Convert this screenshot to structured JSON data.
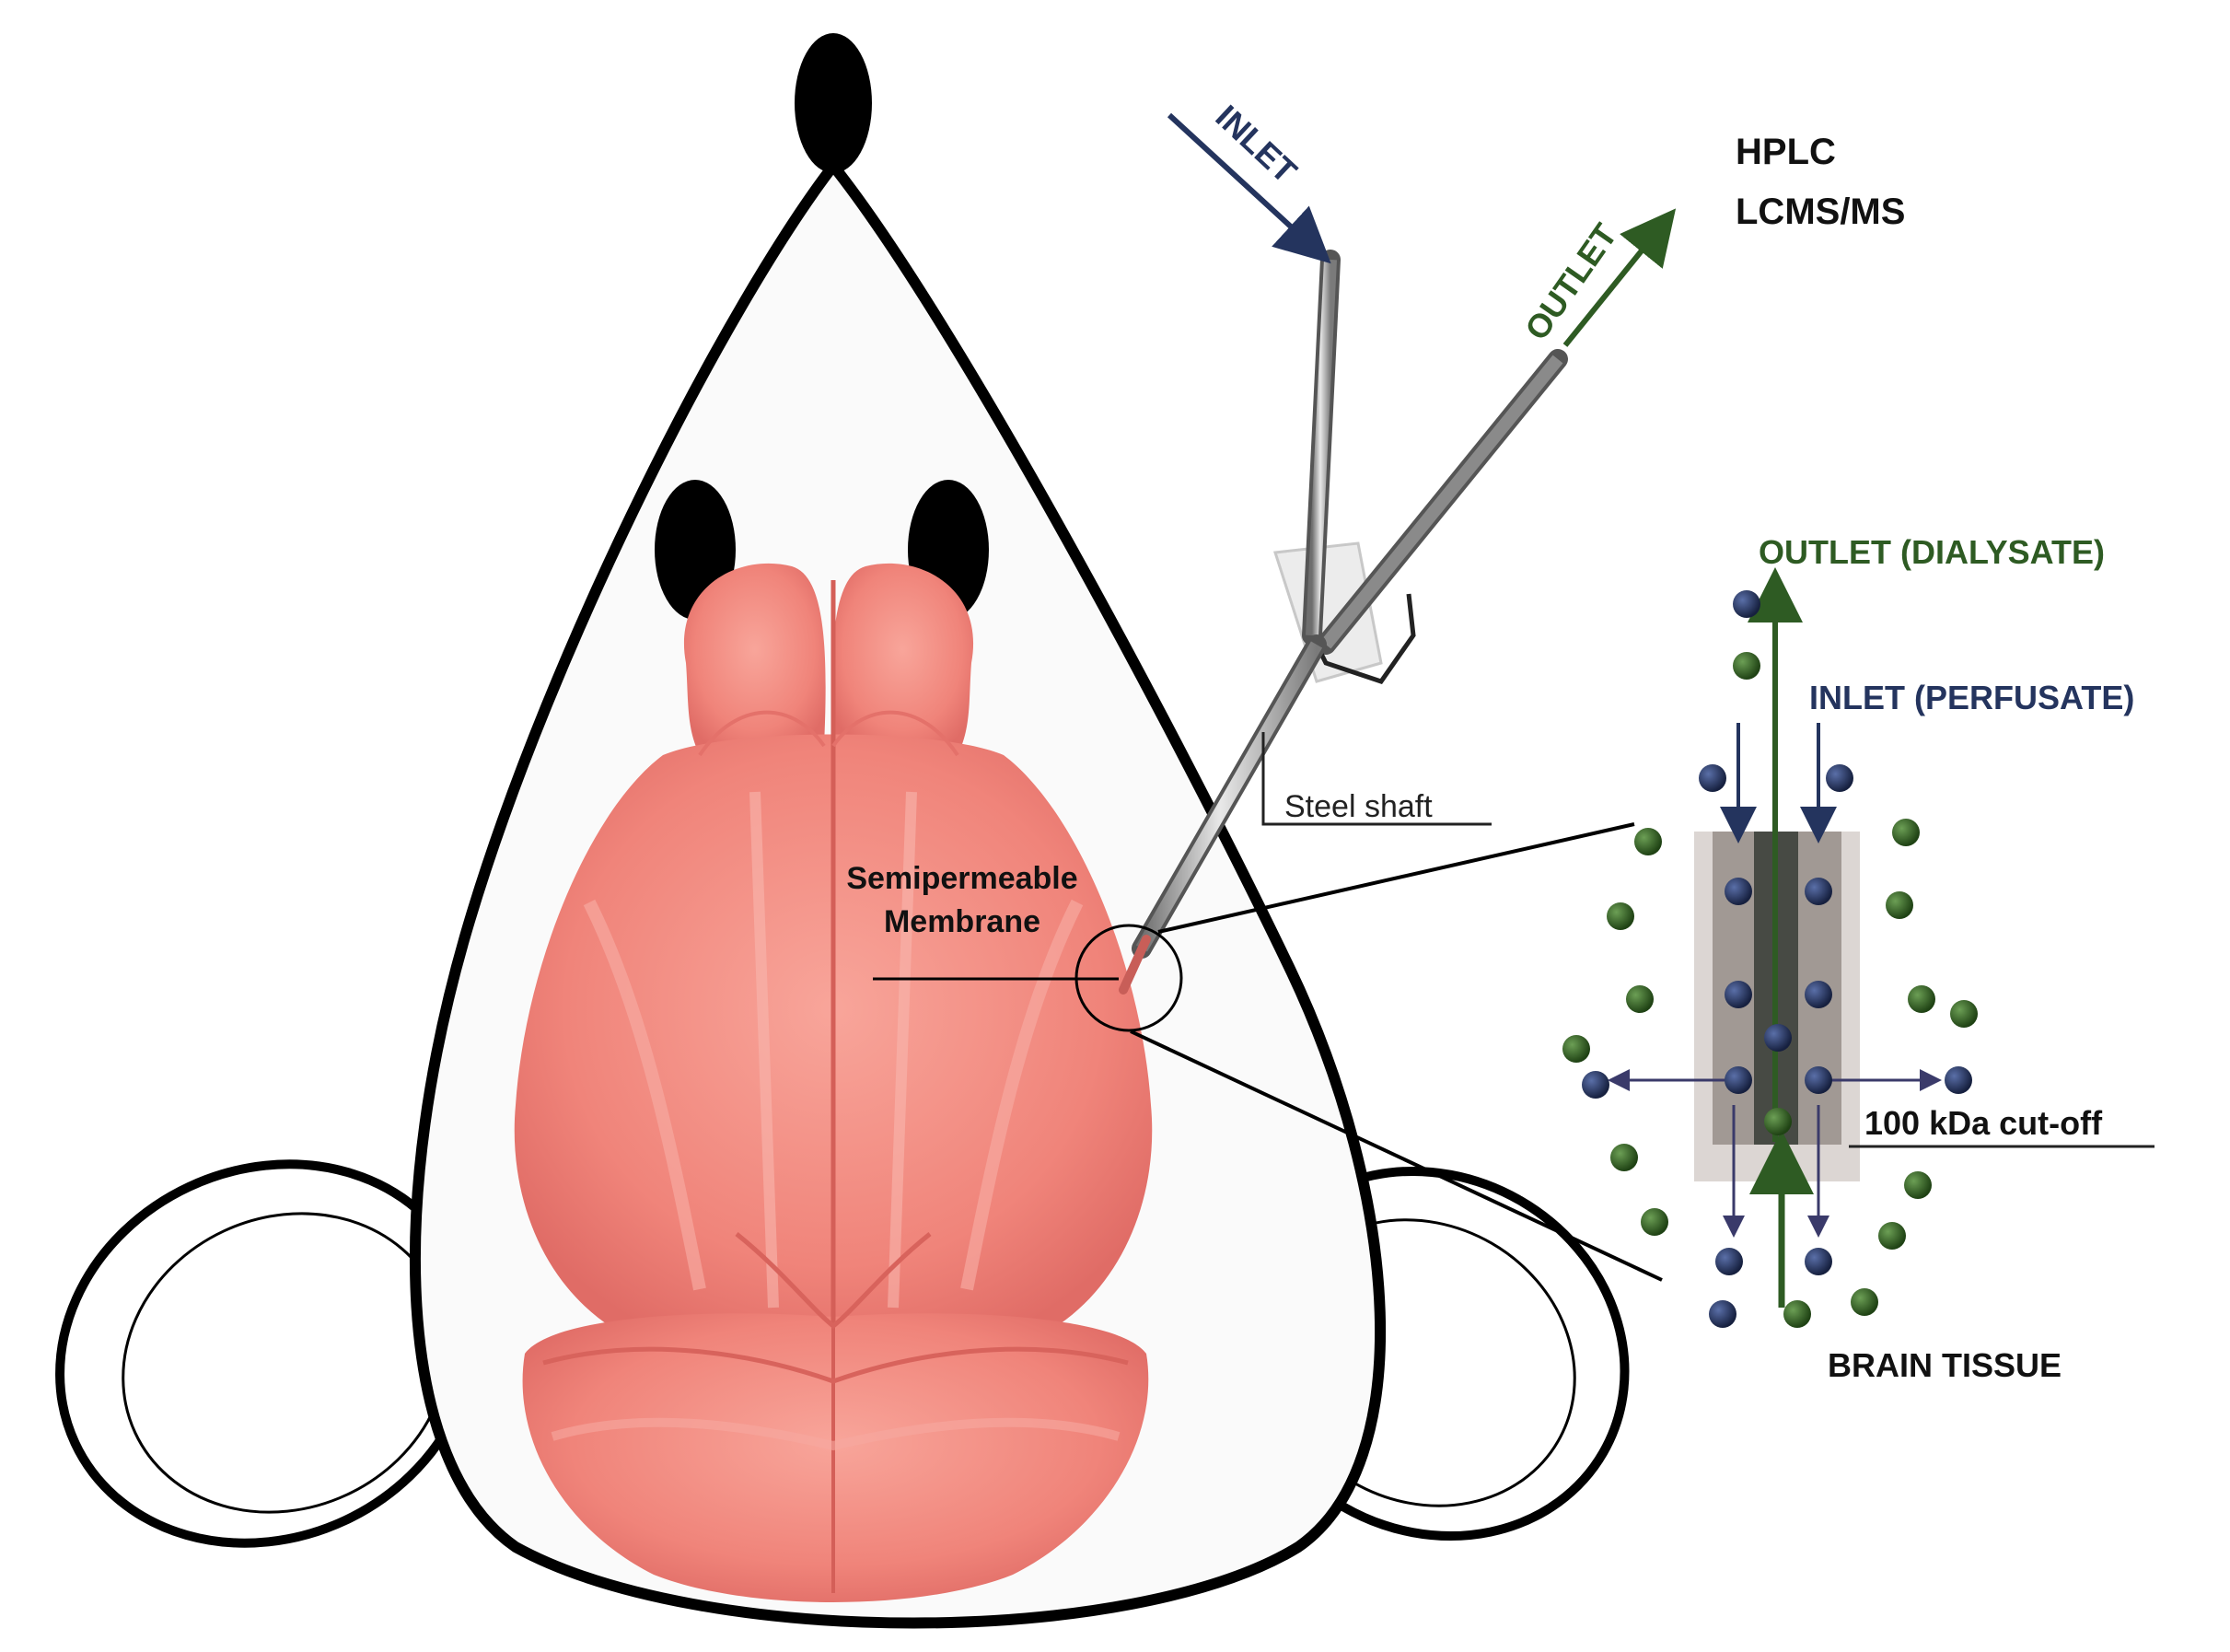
{
  "labels": {
    "inlet": "INLET",
    "outlet": "OUTLET",
    "hplc": "HPLC",
    "lcms": "LCMS/MS",
    "outlet_dialysate": "OUTLET (DIALYSATE)",
    "inlet_perfusate": "INLET (PERFUSATE)",
    "steel_shaft": "Steel shaft",
    "membrane_line1": "Semipermeable",
    "membrane_line2": "Membrane",
    "cutoff": "100 kDa cut-off",
    "brain_tissue": "BRAIN TISSUE"
  },
  "colors": {
    "inlet": "#24345e",
    "outlet": "#2e5b23",
    "text": "#1a1a1a",
    "brain": "#f2857a",
    "brain_shadow": "#d9605a",
    "molecule_blue": "#1e2b55",
    "molecule_green": "#2d5a1f"
  }
}
